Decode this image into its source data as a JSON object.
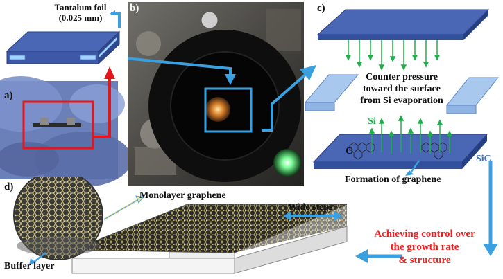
{
  "panel_a": {
    "letter": "a)",
    "title_line1": "Tantalum foil",
    "title_line2": "(0.025 mm)"
  },
  "panel_b": {
    "letter": "b)"
  },
  "panel_c": {
    "letter": "c)",
    "counter_line1": "Counter pressure",
    "counter_line2": "toward the surface",
    "counter_line3": "from Si evaporation",
    "si_label": "Si",
    "c_label": "C",
    "sic_label": "SiC",
    "formation": "Formation of graphene"
  },
  "panel_d": {
    "letter": "d)",
    "monolayer": "Monolayer graphene",
    "wide_steps": "Wide steps",
    "buffer": "Buffer layer"
  },
  "summary": {
    "line1": "Achieving control over",
    "line2": "the growth rate",
    "line3": "& structure"
  },
  "colors": {
    "accent_blue": "#3aa0e0",
    "red_frame": "#e5161b",
    "plate_blue": "#3f5aa8",
    "light_blue": "#a8c8ee",
    "green": "#1fae4b",
    "red_text": "#ff1a1a"
  }
}
